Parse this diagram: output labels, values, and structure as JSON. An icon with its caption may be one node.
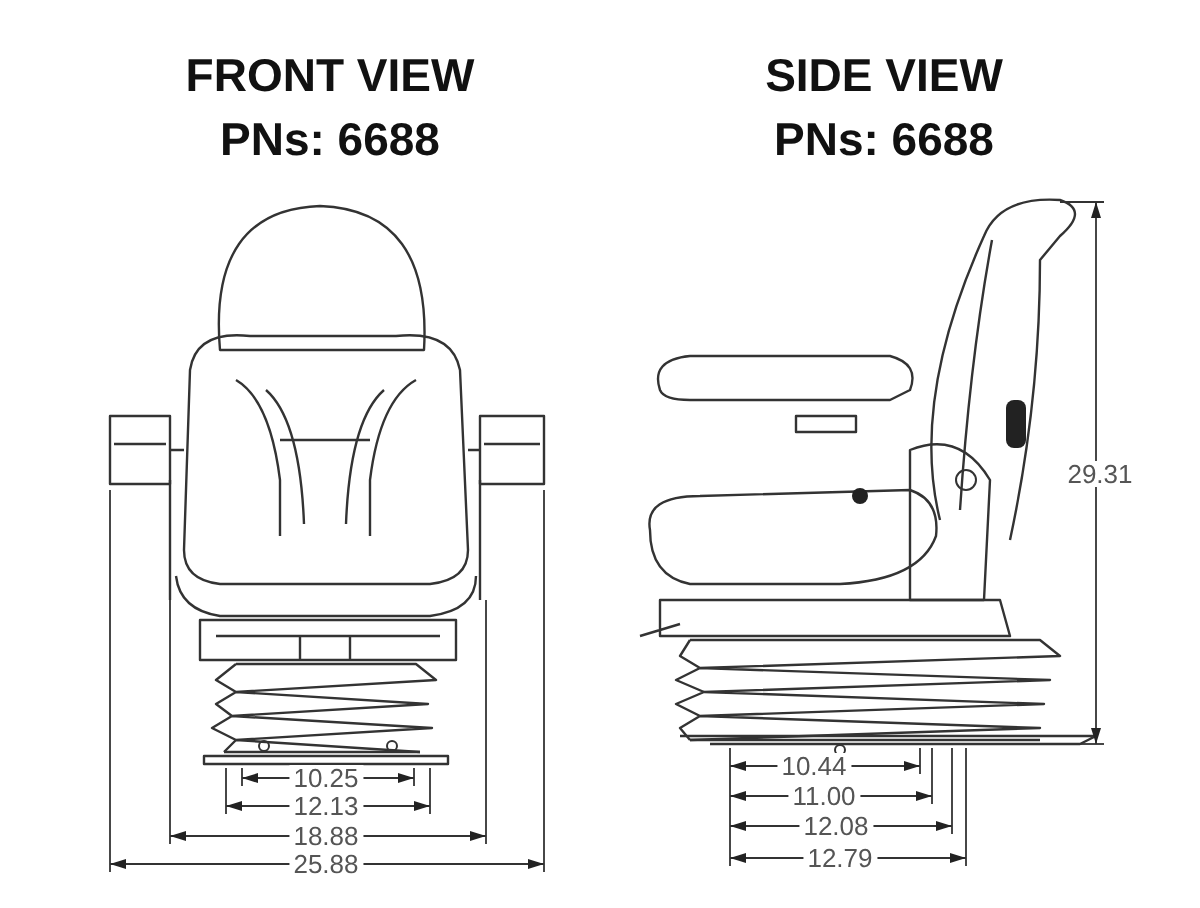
{
  "diagram": {
    "labels": [
      "FRONT VIEW",
      "SIDE VIEW",
      "PNs: 6688",
      "PNs: 6688",
      "29.31",
      "10.25",
      "10.44",
      "12.13",
      "11.00",
      "18.88",
      "12.08",
      "25.88",
      "12.79"
    ]
  }
}
